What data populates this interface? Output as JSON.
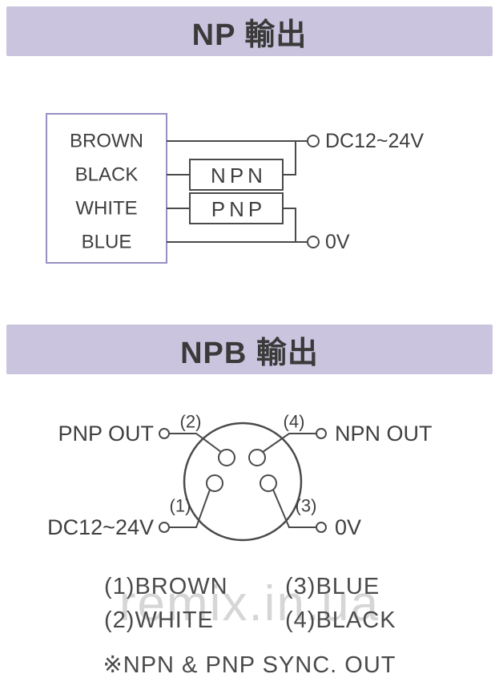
{
  "colors": {
    "header_bg": "#cac4de",
    "text": "#3f3f3f",
    "line": "#4a4a4a",
    "wire_box_border": "#998fc2"
  },
  "np": {
    "title": "NP 輸出",
    "wires": [
      "BROWN",
      "BLACK",
      "WHITE",
      "BLUE"
    ],
    "boxes": [
      "NPN",
      "PNP"
    ],
    "terminal_positive": "DC12~24V",
    "terminal_negative": "0V"
  },
  "npb": {
    "title": "NPB 輸出",
    "pins": [
      "(1)",
      "(2)",
      "(3)",
      "(4)"
    ],
    "terminal_pnp": "PNP OUT",
    "terminal_npn": "NPN OUT",
    "terminal_dc": "DC12~24V",
    "terminal_0v": "0V",
    "legend": [
      "(1)BROWN",
      "(2)WHITE",
      "(3)BLUE",
      "(4)BLACK"
    ],
    "note": "※NPN & PNP SYNC. OUT"
  },
  "watermark": "remix.in.ua"
}
